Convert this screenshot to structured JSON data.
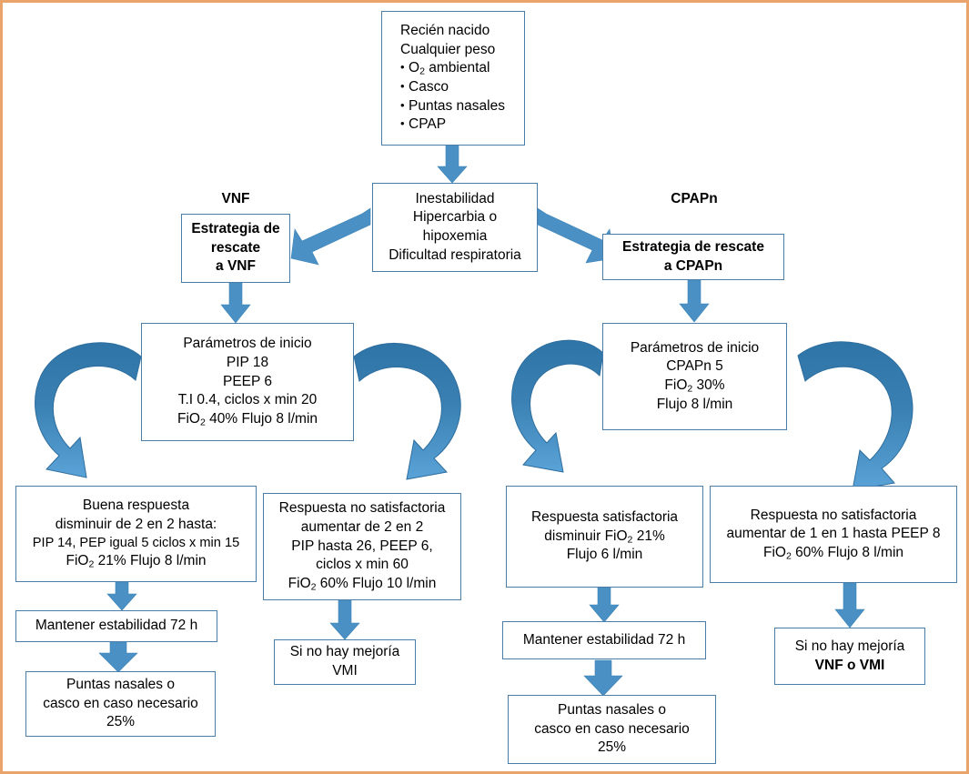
{
  "diagram": {
    "title_caption_left": "VNF",
    "title_caption_right": "CPAPn",
    "accent_blue": "#4A90C4",
    "accent_blue_dark": "#2E74A6",
    "box_border": "#4A7EA8",
    "frame_border": "#E8A46A",
    "nodes": {
      "start": {
        "lines": [
          "Recién nacido",
          "Cualquier peso"
        ],
        "bullets": [
          "O₂ ambiental",
          "Casco",
          "Puntas nasales",
          "CPAP"
        ],
        "bullet_plain": [
          "O",
          "2",
          " ambiental"
        ]
      },
      "decision": {
        "lines": [
          "Inestabilidad",
          "Hipercarbia o",
          "hipoxemia",
          "Dificultad respiratoria"
        ]
      },
      "rescue_vnf": {
        "lines": [
          "Estrategia de",
          "rescate",
          "a VNF"
        ]
      },
      "rescue_cpapn": {
        "lines": [
          "Estrategia de rescate",
          "a CPAPn"
        ]
      },
      "params_vnf": {
        "line1": "Parámetros de inicio",
        "line2": "PIP 18",
        "line3": "PEEP 6",
        "line4": "T.I 0.4, ciclos x min 20",
        "line5_pre": "FiO",
        "line5_sub": "2",
        "line5_post": " 40% Flujo 8 l/min"
      },
      "params_cpapn": {
        "line1": "Parámetros de inicio",
        "line2": "CPAPn 5",
        "line3_pre": "FiO",
        "line3_sub": "2",
        "line3_post": " 30%",
        "line4": "Flujo 8 l/min"
      },
      "good_response_vnf": {
        "line1": "Buena respuesta",
        "line2": "disminuir de 2 en 2 hasta:",
        "line3": "PIP 14, PEP igual 5 ciclos x min 15",
        "line4_pre": "FiO",
        "line4_sub": "2",
        "line4_post": " 21% Flujo 8 l/min"
      },
      "bad_response_vnf": {
        "line1": "Respuesta no satisfactoria",
        "line2": "aumentar de 2 en 2",
        "line3": "PIP hasta 26, PEEP 6,",
        "line4": "ciclos x min 60",
        "line5_pre": "FiO",
        "line5_sub": "2",
        "line5_post": " 60% Flujo 10 l/min"
      },
      "good_response_cpapn": {
        "line1": "Respuesta satisfactoria",
        "line2_pre": "disminuir FiO",
        "line2_sub": "2",
        "line2_post": " 21%",
        "line3": "Flujo 6 l/min"
      },
      "bad_response_cpapn": {
        "line1": "Respuesta no satisfactoria",
        "line2": "aumentar de 1 en 1 hasta PEEP 8",
        "line3_pre": "FiO",
        "line3_sub": "2",
        "line3_post": " 60% Flujo 8 l/min"
      },
      "stability_left": {
        "text": "Mantener estabilidad 72 h"
      },
      "stability_right": {
        "text": "Mantener estabilidad 72 h"
      },
      "cannula_left": {
        "line1": "Puntas nasales o",
        "line2": "casco en caso necesario",
        "line3": "25%"
      },
      "cannula_right": {
        "line1": "Puntas nasales o",
        "line2": "casco en caso necesario",
        "line3": "25%"
      },
      "no_improve_vmi": {
        "line1": "Si no hay mejoría",
        "line2": "VMI"
      },
      "no_improve_vnf_vmi": {
        "line1": "Si no hay mejoría",
        "line2": "VNF o VMI"
      }
    }
  }
}
